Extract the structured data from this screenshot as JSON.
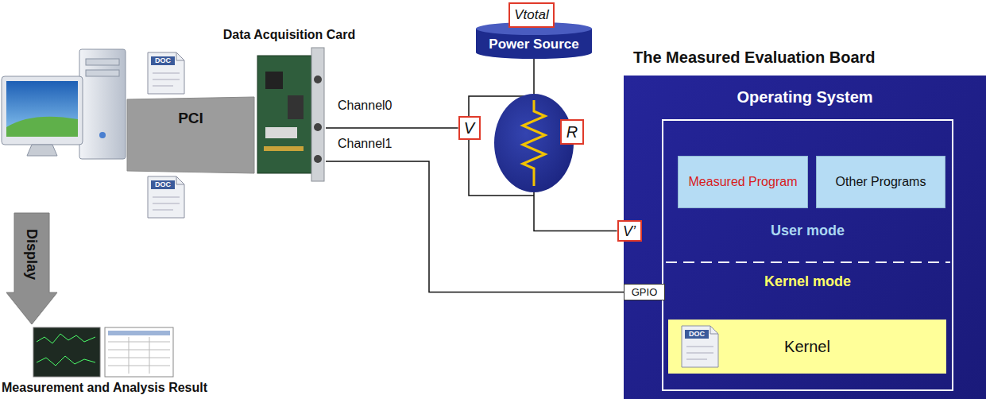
{
  "diagram": {
    "nodes": [
      {
        "text": [
          "PCI"
        ]
      },
      {
        "text": [
          "Display"
        ]
      },
      {
        "text": [
          "Data Acquisition Card"
        ]
      },
      {
        "text": [
          "Vtotal"
        ]
      },
      {
        "text": [
          "Power Source"
        ]
      },
      {
        "text": [
          "V"
        ]
      },
      {
        "text": [
          "R"
        ]
      },
      {
        "text": [
          "V’"
        ]
      },
      {
        "text": [
          "The Measured Evaluation Board",
          "Operating System"
        ]
      },
      {
        "text": [
          "User mode",
          "Kernel mode"
        ],
        "in": 8
      },
      {
        "text": [
          "Measured Program"
        ],
        "in": 9
      },
      {
        "text": [
          "Other Programs"
        ],
        "in": 9
      },
      {
        "text": [
          "Kernel"
        ],
        "in": 9
      },
      {
        "text": [
          "GPIO"
        ],
        "in": 8
      }
    ],
    "edges": [
      {
        "from": 2,
        "to": 5,
        "arrow": "none"
      },
      {
        "from": 2,
        "to": 13,
        "arrow": "none"
      },
      {
        "from": 4,
        "to": 7,
        "arrow": "none"
      }
    ],
    "labels": [
      "Channel0",
      "Channel1",
      "DOC",
      "DOC",
      "Measurement and Analysis Result",
      "DOC"
    ]
  }
}
